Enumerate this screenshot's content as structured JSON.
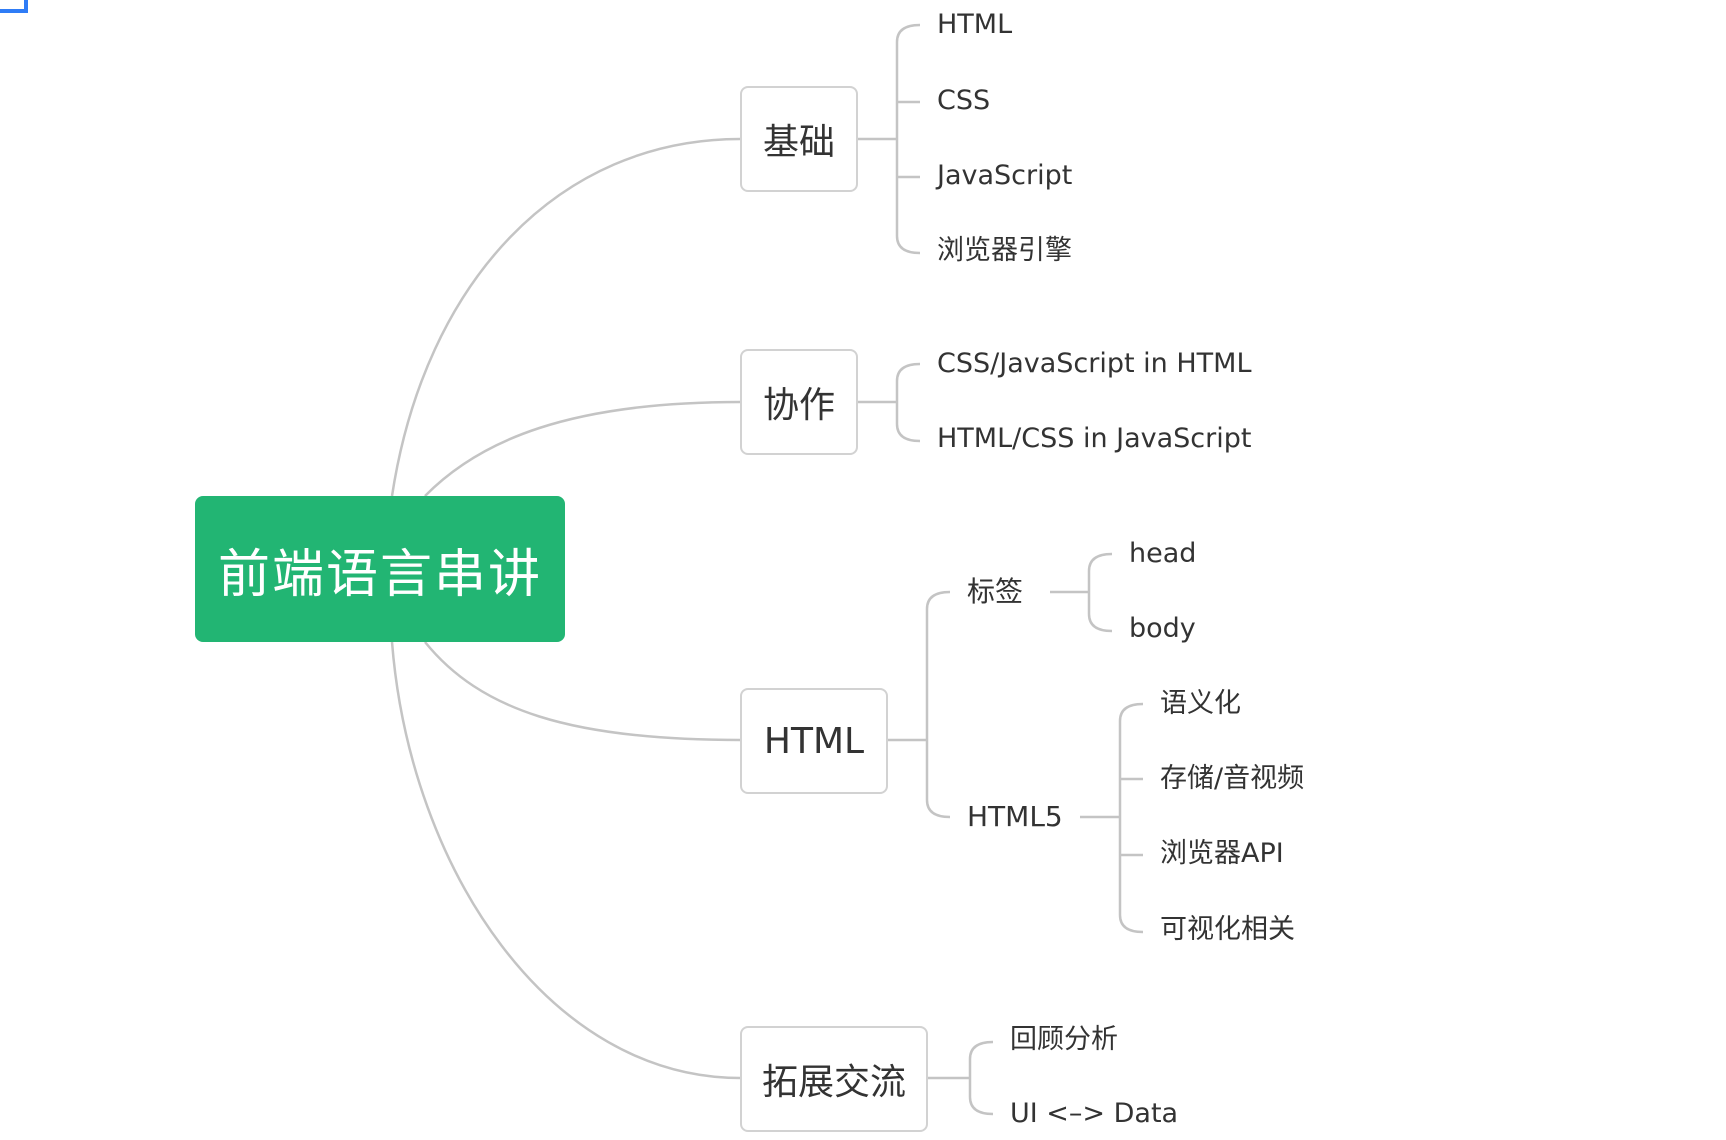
{
  "root": {
    "label": "前端语言串讲"
  },
  "branches": {
    "basics": {
      "label": "基础",
      "items": [
        "HTML",
        "CSS",
        "JavaScript",
        "浏览器引擎"
      ]
    },
    "collaboration": {
      "label": "协作",
      "items": [
        "CSS/JavaScript in HTML",
        "HTML/CSS in JavaScript"
      ]
    },
    "html": {
      "label": "HTML",
      "tags": {
        "label": "标签",
        "items": [
          "head",
          "body"
        ]
      },
      "html5": {
        "label": "HTML5",
        "items": [
          "语义化",
          "存储/音视频",
          "浏览器API",
          "可视化相关"
        ]
      }
    },
    "extension": {
      "label": "拓展交流",
      "items": [
        "回顾分析",
        "UI <–> Data"
      ]
    }
  },
  "colors": {
    "root_fill": "#22b573",
    "root_text": "#ffffff",
    "connector": "#c4c4c4",
    "node_border": "#d2d2d2",
    "text": "#333333",
    "corner_mark": "#2f7cf6"
  }
}
